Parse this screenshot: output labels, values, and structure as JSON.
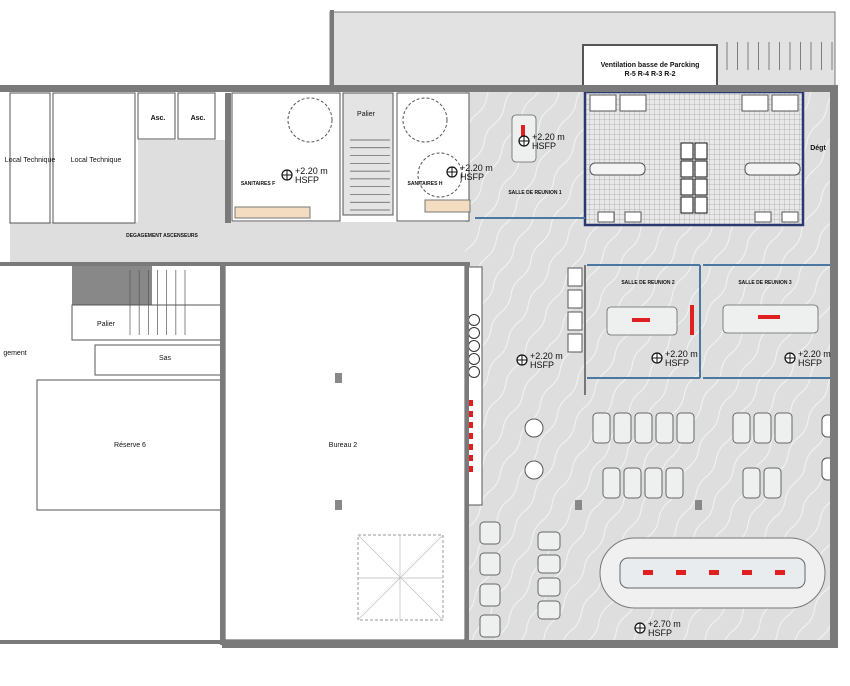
{
  "plan": {
    "exterior": {
      "ventilation_title": "Ventilation basse de Parcking",
      "ventilation_levels": "R-5 R-4 R-3 R-2"
    },
    "rooms": {
      "local_technique_1": "Local Technique",
      "local_technique_2": "Local Technique",
      "asc_1": "Asc.",
      "asc_2": "Asc.",
      "sanitaires_f": "SANITAIRES F",
      "sanitaires_h": "SANITAIRES H",
      "palier_top": "Palier",
      "palier_bottom": "Palier",
      "degagement": "DEGAGEMENT ASCENSEURS",
      "rangement_cut": "gement",
      "sas": "Sas",
      "reserve": "Réserve 6",
      "bureau": "Bureau 2",
      "salle_1": "SALLE DE REUNION  1",
      "salle_2": "SALLE DE REUNION 2",
      "salle_3": "SALLE DE REUNION 3",
      "degt": "Dégt"
    },
    "elevations": {
      "value_220": "+2.20 m",
      "value_270": "+2.70 m",
      "unit_label": "HSFP"
    },
    "colors": {
      "floor_fill": "#dedede",
      "wall": "#7a7a7a",
      "glazing": "#4a78a0",
      "sanitary_partition": "#2a3870",
      "equipment_marker": "#e02020",
      "vanity_wood": "#f3dcc0"
    }
  }
}
